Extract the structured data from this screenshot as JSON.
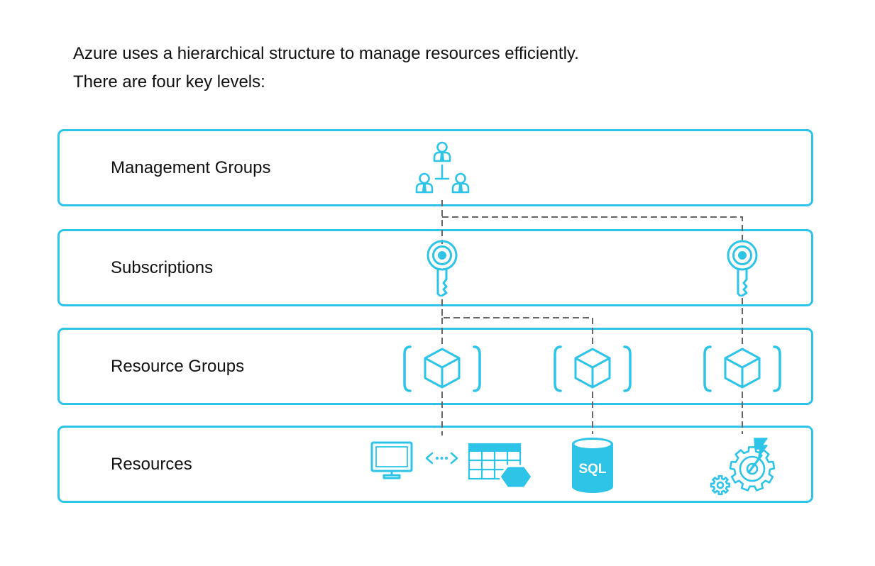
{
  "intro": {
    "line1": "Azure uses a hierarchical structure to manage resources efficiently.",
    "line2": "There are four key levels:"
  },
  "levels": [
    {
      "label": "Management Groups"
    },
    {
      "label": "Subscriptions"
    },
    {
      "label": "Resource Groups"
    },
    {
      "label": "Resources"
    }
  ],
  "icons": {
    "management_group": "management-group-icon",
    "subscription": "key-icon",
    "resource_group": "cube-icon",
    "virtual_machine": "monitor-icon",
    "connector": "link-dots-icon",
    "table_storage": "table-icon",
    "sql": "sql-database-icon",
    "function_app": "gear-bolt-icon"
  },
  "sql_label": "SQL",
  "colors": {
    "accent": "#2ec4e8",
    "connector": "#666666",
    "text": "#111111"
  }
}
